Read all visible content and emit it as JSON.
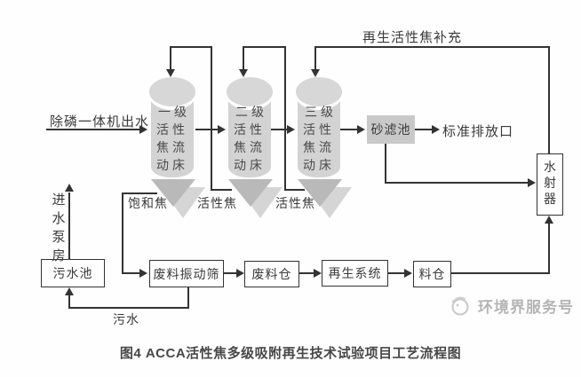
{
  "colors": {
    "line": "#333333",
    "text": "#3a3a3a",
    "cyl_body": "#d3d3d3",
    "cyl_top": "#d7d7d7",
    "cone_dark": "#b9b9b9",
    "cone_light": "#d5d5d5",
    "sand_bg": "#c9c9c9",
    "watermark": "#b5b5b5"
  },
  "labels": {
    "inlet": "除磷一体机出水",
    "recycle_supplement": "再生活性焦补充",
    "saturated_coke": "饱和焦",
    "active_coke_mid": "活性焦",
    "active_coke_right": "活性焦",
    "standard_outlet": "标准排放口",
    "sewage": "污水",
    "inlet_pump_house": "进\n水\n泵\n房"
  },
  "columns": [
    {
      "name": "一级\n活性\n焦流\n动床"
    },
    {
      "name": "二级\n活性\n焦流\n动床"
    },
    {
      "name": "三级\n活性\n焦流\n动床"
    }
  ],
  "boxes": {
    "sand_filter": "砂滤池",
    "water_ejector": "水\n射\n器",
    "sewage_pool": "污水池",
    "waste_screen": "废料振动筛",
    "waste_bin": "废料仓",
    "regen_system": "再生系统",
    "material_bin": "料仓"
  },
  "caption": {
    "text": "图4 ACCA活性焦多级吸附再生技术试验项目工艺流程图"
  },
  "watermark": {
    "text": "环境界服务号",
    "icon": "brand-globe-sketch-icon"
  }
}
